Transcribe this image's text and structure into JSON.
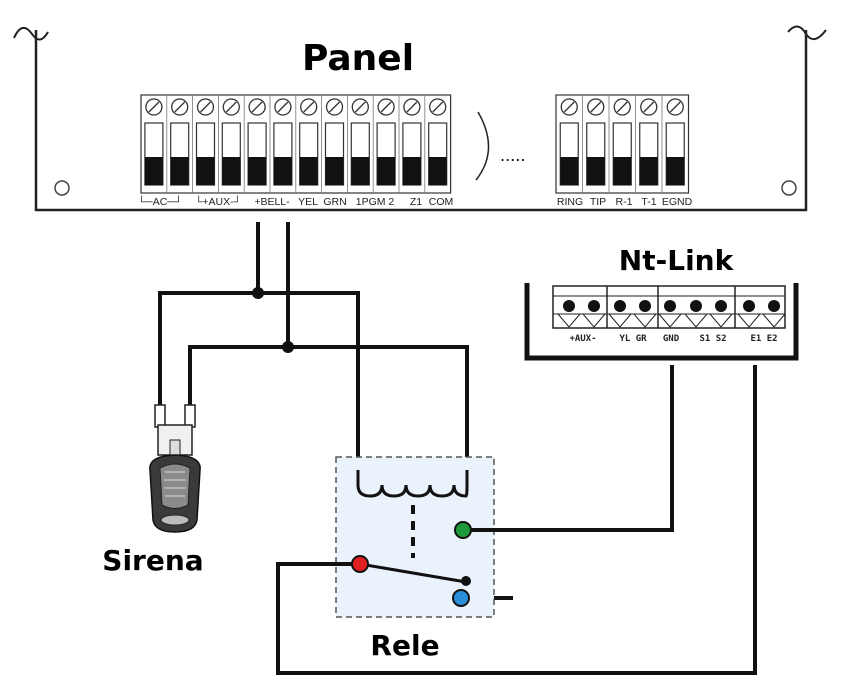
{
  "titles": {
    "panel": "Panel",
    "ntlink": "Nt-Link",
    "sirena": "Sirena",
    "rele": "Rele"
  },
  "panel_terminals": {
    "left_labels": [
      "└─AC─┘",
      "└+AUX-┘",
      "+BELL-",
      "YEL",
      "GRN",
      "1PGM 2",
      "Z1",
      "COM"
    ],
    "right_labels": [
      "RING",
      "TIP",
      "R-1",
      "T-1",
      "EGND"
    ],
    "ellipsis": "....."
  },
  "ntlink_terminals": {
    "labels": [
      "+AUX-",
      "YL GR",
      "GND",
      "S1 S2",
      "E1 E2"
    ]
  },
  "colors": {
    "line": "#111111",
    "relay_box_fill": "#eaf3fb",
    "relay_box_border": "#555555",
    "contact_red": "#e0201f",
    "contact_green": "#1f9a3a",
    "contact_blue": "#2a8fd8"
  }
}
